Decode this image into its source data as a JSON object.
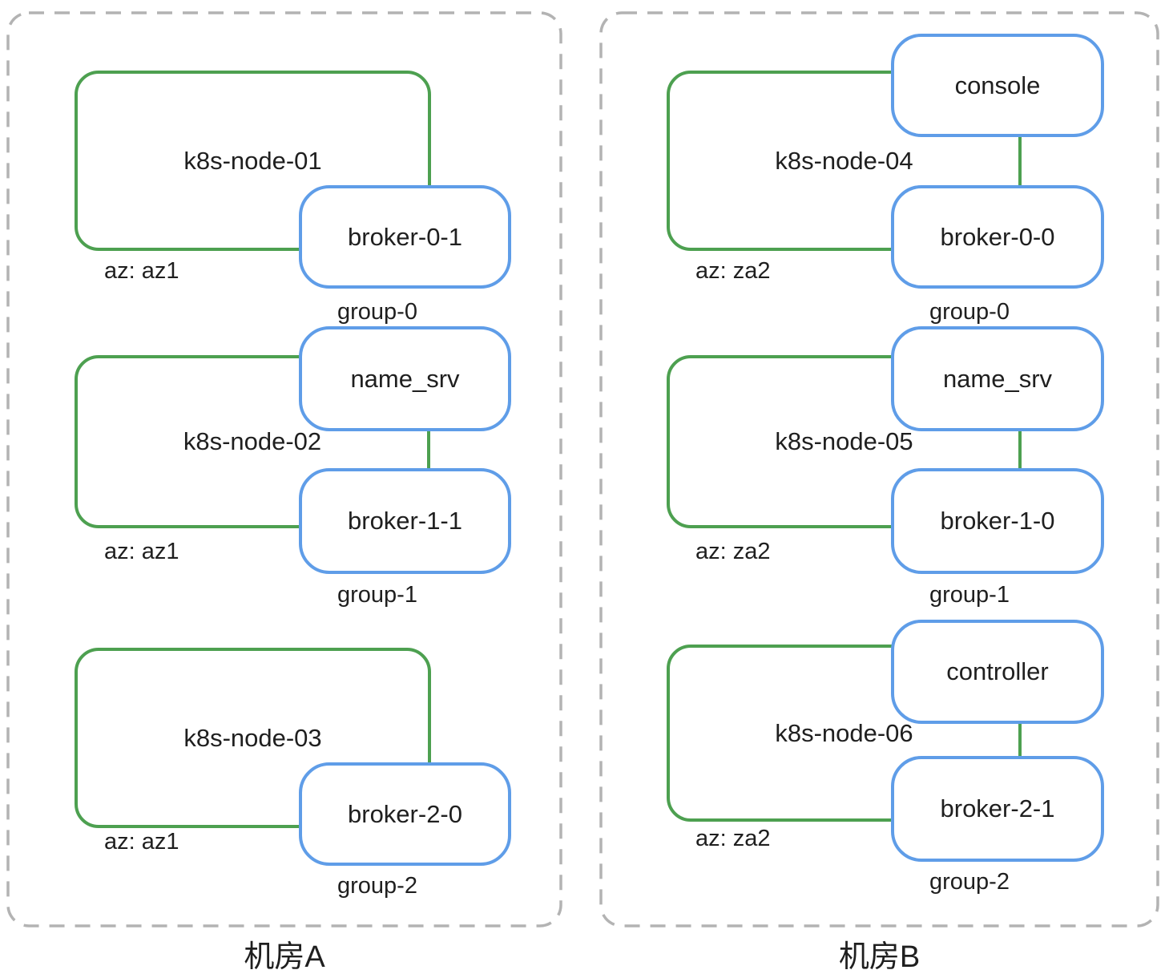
{
  "diagram": {
    "colors": {
      "node_border": "#4da050",
      "service_border": "#5f9de8",
      "container_border": "#b3b3b3",
      "text": "#1f1f1f"
    },
    "datacenters": [
      {
        "label": "机房A",
        "nodes": [
          {
            "name": "k8s-node-01",
            "az_label": "az: az1",
            "group_label": "group-0",
            "services": [
              {
                "label": "broker-0-1"
              }
            ]
          },
          {
            "name": "k8s-node-02",
            "az_label": "az: az1",
            "group_label": "group-1",
            "services": [
              {
                "label": "name_srv"
              },
              {
                "label": "broker-1-1"
              }
            ]
          },
          {
            "name": "k8s-node-03",
            "az_label": "az: az1",
            "group_label": "group-2",
            "services": [
              {
                "label": "broker-2-0"
              }
            ]
          }
        ]
      },
      {
        "label": "机房B",
        "nodes": [
          {
            "name": "k8s-node-04",
            "az_label": "az: za2",
            "group_label": "group-0",
            "services": [
              {
                "label": "console"
              },
              {
                "label": "broker-0-0"
              }
            ]
          },
          {
            "name": "k8s-node-05",
            "az_label": "az: za2",
            "group_label": "group-1",
            "services": [
              {
                "label": "name_srv"
              },
              {
                "label": "broker-1-0"
              }
            ]
          },
          {
            "name": "k8s-node-06",
            "az_label": "az: za2",
            "group_label": "group-2",
            "services": [
              {
                "label": "controller"
              },
              {
                "label": "broker-2-1"
              }
            ]
          }
        ]
      }
    ]
  }
}
